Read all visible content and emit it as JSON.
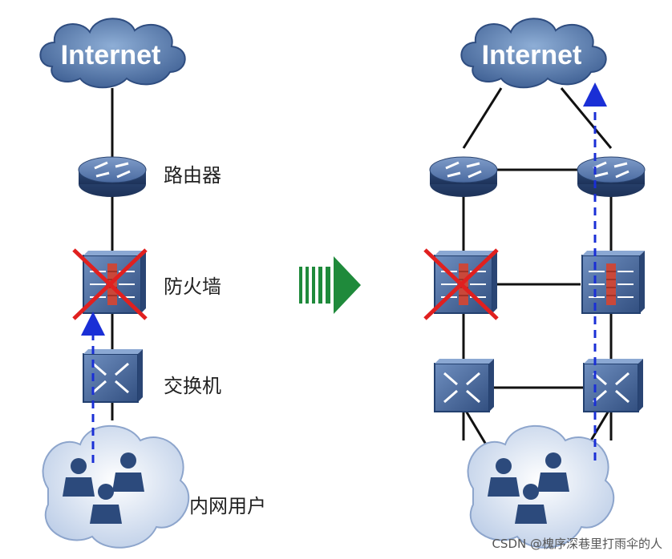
{
  "clouds": {
    "internet_label": "Internet"
  },
  "labels": {
    "router": "路由器",
    "firewall": "防火墙",
    "switch": "交换机",
    "users": "内网用户"
  },
  "watermark": "CSDN @槐序深巷里打雨伞的人",
  "colors": {
    "cloud": "#4a6fa5",
    "device": "#3c5d8e",
    "link": "#111111",
    "flow": "#1a2fd6",
    "failure": "#e0201f",
    "arrow": "#1f8a3b"
  }
}
